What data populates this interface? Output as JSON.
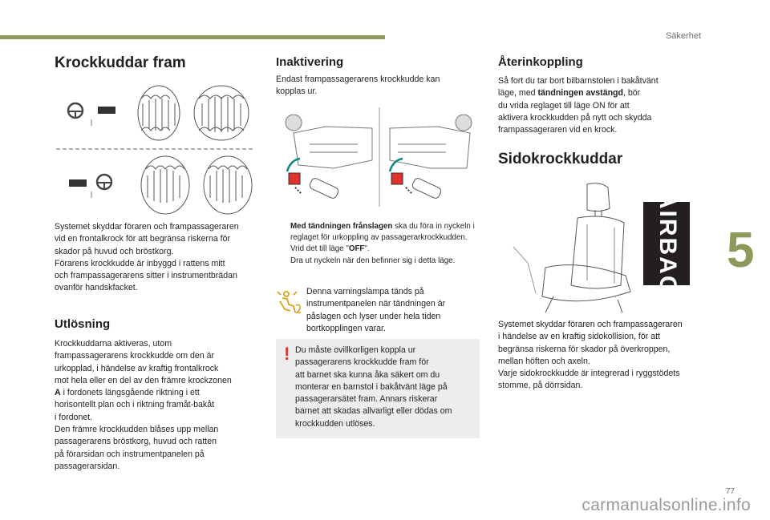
{
  "header": {
    "section": "Säkerhet",
    "chapter": "5",
    "page": "77"
  },
  "watermark": "carmanualsonline.info",
  "col1": {
    "title": "Krockkuddar fram",
    "intro": "Systemet skyddar föraren och frampassageraren\nvid en frontalkrock för att begränsa riskerna för\nskador på huvud och bröstkorg.\nFörarens krockkudde är inbyggd i rattens mitt\noch frampassagerarens sitter i instrumentbrädan\novanför handskfacket.",
    "trigger_title": "Utlösning",
    "trigger_pre": "Krockkuddarna aktiveras, utom\nframpassagerarens krockkudde om den är\nurkopplad, i händelse av kraftig frontalkrock\nmot hela eller en del av den främre krockzonen\n",
    "trigger_letter": "A",
    "trigger_post": " i fordonets längsgående riktning i ett\nhorisontellt plan och i riktning framåt-bakåt\ni fordonet.\nDen främre krockkudden blåses upp mellan\npassagerarens bröstkorg, huvud och ratten\npå förarsidan och instrumentpanelen på\npassagerarsidan."
  },
  "col2": {
    "title": "Inaktivering",
    "intro": "Endast frampassagerarens krockkudde kan\nkopplas ur.",
    "b1_bold": "Med tändningen frånslagen",
    "b1_rest": " ska du föra in nyckeln i reglaget för urkoppling av passagerarkrockkudden.",
    "b2_pre": "Vrid det till läge \"",
    "b2_bold": "OFF",
    "b2_post": "\".",
    "b3": "Dra ut nyckeln när den befinner sig i detta läge.",
    "bullet_glyph": "",
    "lamp_text": "Denna varningslampa tänds på\ninstrumentpanelen när tändningen är\npåslagen och lyser under hela tiden\nbortkopplingen varar.",
    "warning_glyph": "!",
    "warning_text": "Du måste ovillkorligen koppla ur\npassagerarens krockkudde fram för\natt barnet ska kunna åka säkert om du\nmonterar en barnstol i bakåtvänt läge på\npassagerarsätet fram. Annars riskerar\nbarnet att skadas allvarligt eller dödas om\nkrockkudden utlöses."
  },
  "col3": {
    "title": "Återinkoppling",
    "intro_pre": "Så fort du tar bort bilbarnstolen i bakåtvänt\nläge, med ",
    "intro_bold": "tändningen avstängd",
    "intro_post": ", bör\ndu vrida reglaget till läge ON för att\naktivera krockkudden på nytt och skydda\nframpassageraren vid en krock.",
    "side_title": "Sidokrockkuddar",
    "airbag_label": "AIRBAG",
    "side_text": "Systemet skyddar föraren och frampassageraren\ni händelse av en kraftig sidokollision, för att\nbegränsa riskerna för skador på överkroppen,\nmellan höften och axeln.\nVarje sidokrockkudde är integrerad i ryggstödets\nstomme, på dörrsidan."
  },
  "colors": {
    "accent": "#8b9a5b",
    "warning": "#e0312f",
    "box": "#ecedee"
  }
}
